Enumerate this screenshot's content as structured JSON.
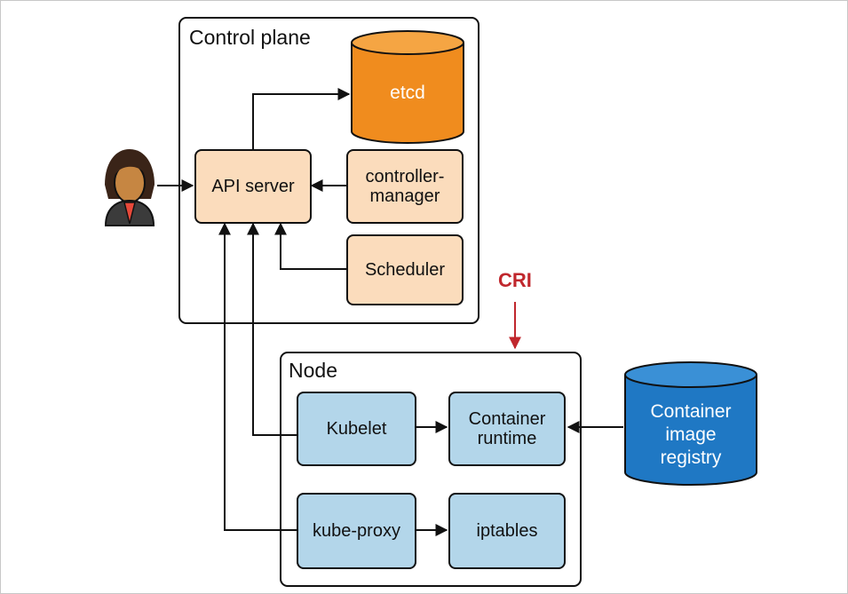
{
  "control_plane": {
    "title": "Control plane",
    "components": {
      "api_server": "API server",
      "etcd": "etcd",
      "controller_manager": "controller-\nmanager",
      "scheduler": "Scheduler"
    }
  },
  "node": {
    "title": "Node",
    "components": {
      "kubelet": "Kubelet",
      "container_runtime": "Container\nruntime",
      "kube_proxy": "kube-proxy",
      "iptables": "iptables"
    }
  },
  "external": {
    "registry": "Container\nimage\nregistry",
    "interface_label": "CRI"
  },
  "colors": {
    "control_plane_box": "#fbdcbc",
    "node_box": "#b3d6ea",
    "etcd": "#f08c1e",
    "registry": "#1f78c4",
    "cri": "#c0272d"
  },
  "icons": {
    "user": "user-avatar-icon"
  }
}
